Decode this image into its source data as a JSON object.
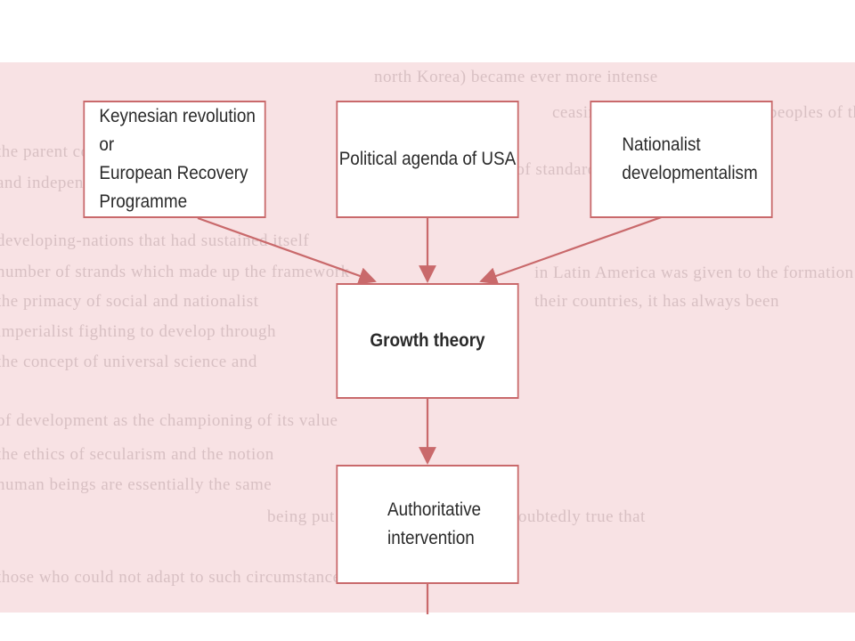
{
  "diagram": {
    "nodes": [
      {
        "id": "keynesian",
        "label": "Keynesian revolution or\nEuropean Recovery\nProgramme"
      },
      {
        "id": "political",
        "label": "Political agenda of USA"
      },
      {
        "id": "nationalist",
        "label": "Nationalist\ndevelopmentalism"
      },
      {
        "id": "growth",
        "label": "Growth theory"
      },
      {
        "id": "authoritative",
        "label": "Authoritative\nintervention"
      }
    ],
    "edges": [
      {
        "from": "keynesian",
        "to": "growth"
      },
      {
        "from": "political",
        "to": "growth"
      },
      {
        "from": "nationalist",
        "to": "growth"
      },
      {
        "from": "growth",
        "to": "authoritative"
      }
    ]
  },
  "background_text": [
    "north Korea) became ever more intense",
    "ceasing to be attractive to the peoples of the",
    "the parent concepts of their",
    "and independent development of a",
    "developing-nations that had sustained itself",
    "number of strands which made up the framework",
    "the primacy of social and nationalist",
    "imperialist fighting to develop through",
    "the concept of universal science and",
    "of development as the championing of its value",
    "the ethics of secularism and the notion",
    "human beings are essentially the same",
    "being put into circulation. It is undoubtedly true that",
    "those who could not adapt to such circumstances",
    "the necessity of standards and of the world",
    "in Latin America was given to the formation",
    "their countries, it has always been"
  ],
  "colors": {
    "border": "#c9696b",
    "arrow": "#c9696b",
    "panel_bg": "#f8e2e4"
  }
}
